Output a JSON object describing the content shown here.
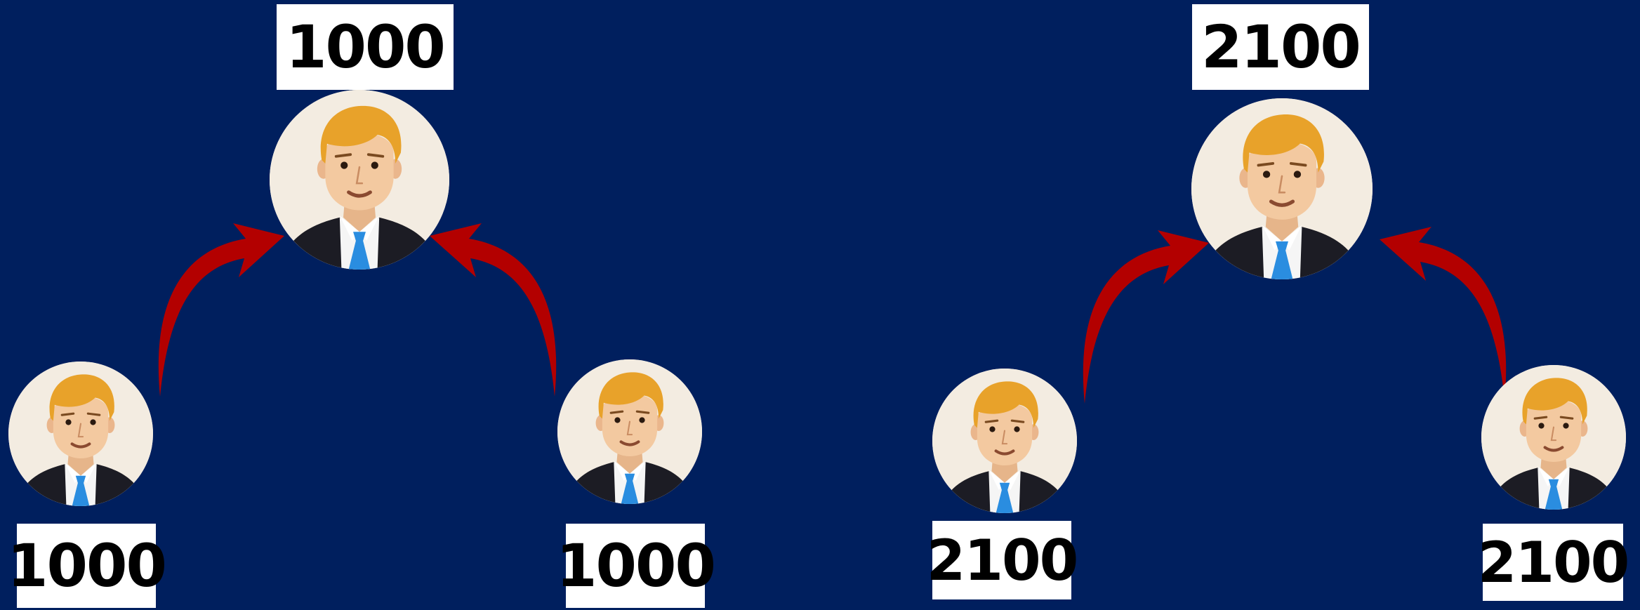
{
  "colors": {
    "background": "#001f5e",
    "arrow": "#b30000",
    "label_bg": "#ffffff",
    "label_text": "#000000",
    "face_bg": "#f3ece1",
    "skin": "#f3c9a0",
    "hair": "#e8a22a",
    "suit": "#1c1c24",
    "tie": "#2a8de0"
  },
  "icons": {
    "person": "businessman-avatar-icon",
    "arrow": "curved-arrow-icon"
  },
  "left_group": {
    "top_value": "1000",
    "bottom_left_value": "1000",
    "bottom_right_value": "1000"
  },
  "right_group": {
    "top_value": "2100",
    "bottom_left_value": "2100",
    "bottom_right_value": "2100"
  }
}
